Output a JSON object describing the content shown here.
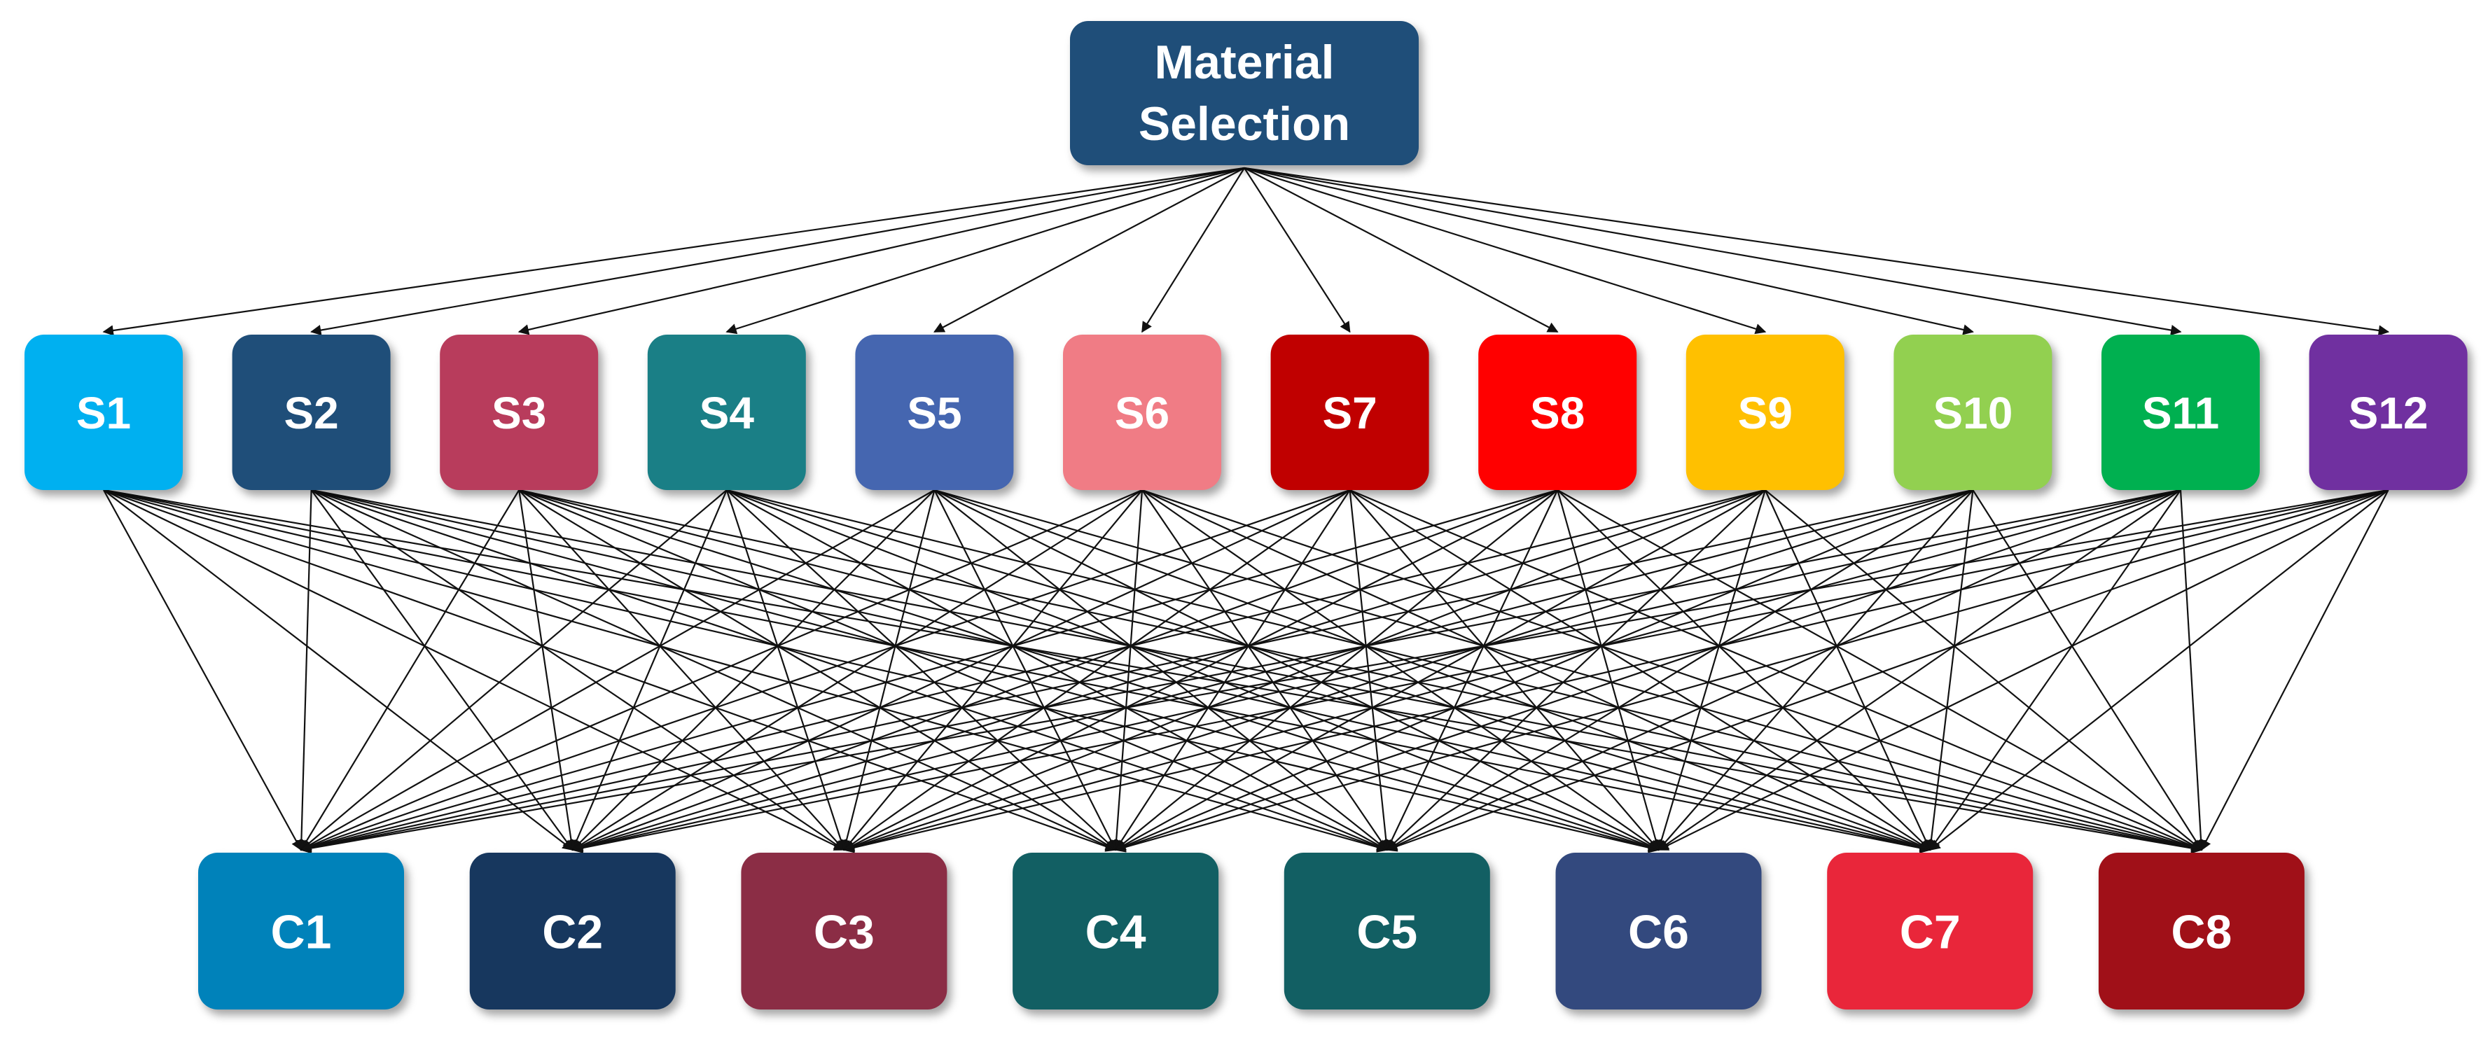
{
  "root": {
    "lines": [
      "Material",
      "Selection"
    ],
    "color": "#1F4E79"
  },
  "strategies": [
    {
      "label": "S1",
      "color": "#00B0F0"
    },
    {
      "label": "S2",
      "color": "#1F4E79"
    },
    {
      "label": "S3",
      "color": "#B83C5C"
    },
    {
      "label": "S4",
      "color": "#1A7F86"
    },
    {
      "label": "S5",
      "color": "#4566B0"
    },
    {
      "label": "S6",
      "color": "#F07C85"
    },
    {
      "label": "S7",
      "color": "#C00000"
    },
    {
      "label": "S8",
      "color": "#FF0000"
    },
    {
      "label": "S9",
      "color": "#FFC000"
    },
    {
      "label": "S10",
      "color": "#92D050"
    },
    {
      "label": "S11",
      "color": "#00B050"
    },
    {
      "label": "S12",
      "color": "#7030A0"
    }
  ],
  "criteria": [
    {
      "label": "C1",
      "color": "#0082BA"
    },
    {
      "label": "C2",
      "color": "#17375E"
    },
    {
      "label": "C3",
      "color": "#8B2D45"
    },
    {
      "label": "C4",
      "color": "#125F63"
    },
    {
      "label": "C5",
      "color": "#125F63"
    },
    {
      "label": "C6",
      "color": "#33497E"
    },
    {
      "label": "C7",
      "color": "#E9263A"
    },
    {
      "label": "C8",
      "color": "#A01018"
    }
  ]
}
